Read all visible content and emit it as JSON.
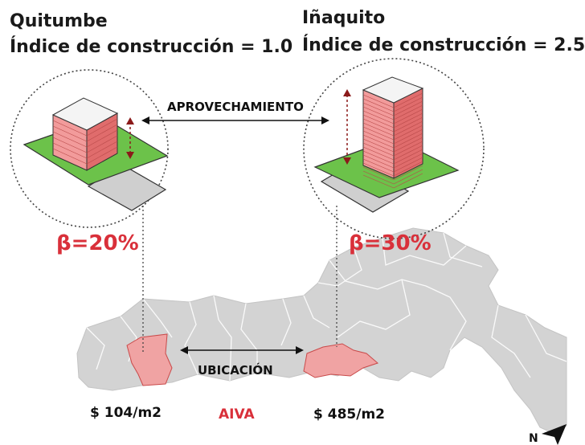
{
  "left": {
    "name": "Quitumbe",
    "index_text": "Índice de construcción = 1.0",
    "beta": "β=20%",
    "price": "$ 104/m2"
  },
  "right": {
    "name": "Iñaquito",
    "index_text": "Índice de construcción = 2.5",
    "beta": "β=30%",
    "price": "$ 485/m2"
  },
  "labels": {
    "aprovechamiento": "APROVECHAMIENTO",
    "ubicacion": "UBICACIÓN",
    "aiva": "AIVA",
    "north": "N"
  },
  "colors": {
    "accent_red": "#d9303a",
    "building_pink": "#f0a0a0",
    "ground_green": "#6cc24a",
    "map_gray": "#d0d0d0",
    "arrow_darkred": "#8b1a1a"
  }
}
